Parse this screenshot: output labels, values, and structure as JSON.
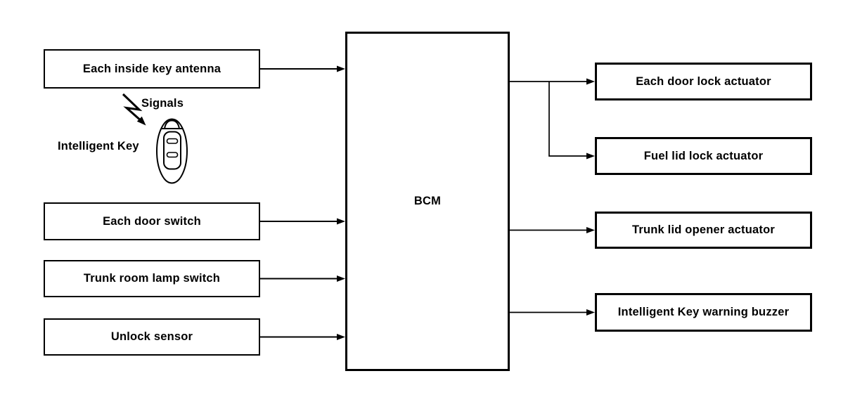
{
  "diagram": {
    "bcm": {
      "label": "BCM"
    },
    "inputs": [
      {
        "label": "Each inside key antenna"
      },
      {
        "label": "Each door switch"
      },
      {
        "label": "Trunk room lamp switch"
      },
      {
        "label": "Unlock sensor"
      }
    ],
    "outputs": [
      {
        "label": "Each door lock actuator"
      },
      {
        "label": "Fuel lid lock actuator"
      },
      {
        "label": "Trunk lid opener actuator"
      },
      {
        "label": "Intelligent Key warning buzzer"
      }
    ],
    "annotations": {
      "signals": "Signals",
      "intelligent_key": "Intelligent Key"
    },
    "icons": [
      {
        "name": "signal-zigzag-arrow-icon",
        "meaning": "radio signal between antenna and key"
      },
      {
        "name": "key-fob-icon",
        "meaning": "Intelligent Key remote"
      }
    ],
    "colors": {
      "ink": "#000000",
      "background": "#ffffff"
    }
  }
}
